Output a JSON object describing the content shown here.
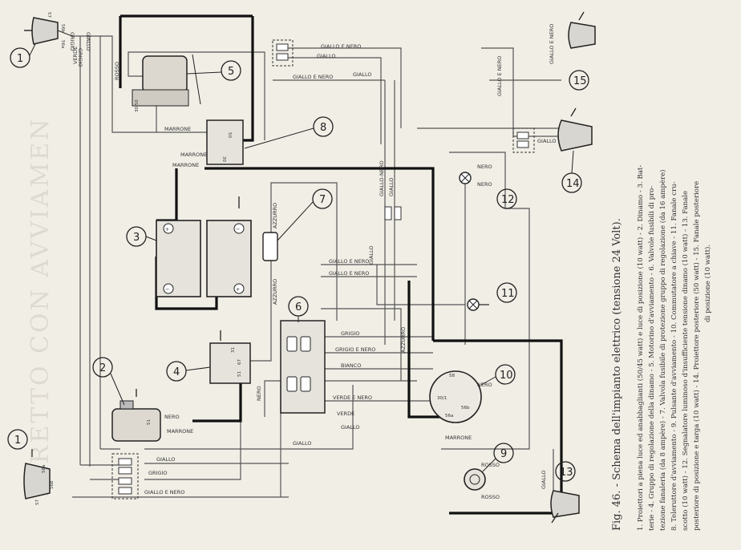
{
  "caption": {
    "title": "Fig. 46. - Schema dell'impianto elettrico (tensione 24 Volt).",
    "lines": [
      "1. Proiettori a piena luce ed anabbaglianti (50/45 watt) e luce di posizione (10 watt) - 2. Dinamo - 3. Bat-",
      "terie - 4. Gruppo di regolazione della dinamo - 5. Motorino d'avviamento - 6. Valvole fusibili di pro-",
      "tezione fanaleria (da 8 ampère) - 7. Valvola fusibile di protezione gruppo di regolazione (da 16 ampère)",
      "8. Teleruttore d'avviamento - 9. Pulsante d'avviamento - 10. Commutatore a chiave - 11. Fanale cru-",
      "scotto (10 watt) - 12. Segnalatore luminoso d'insufficiente tensione dinamo (10 watt) - 13. Fanale",
      "posteriore di posizione e targa (10 watt) - 14. Proiettore posteriore (50 watt) - 15. Fanale posteriore",
      "di posizione (10 watt)."
    ]
  },
  "components": [
    {
      "num": "1",
      "label": "proiettore-anteriore-destro"
    },
    {
      "num": "1",
      "label": "proiettore-anteriore-sinistro"
    },
    {
      "num": "2",
      "label": "dinamo"
    },
    {
      "num": "3",
      "label": "batterie"
    },
    {
      "num": "4",
      "label": "gruppo-regolazione"
    },
    {
      "num": "5",
      "label": "motorino-avviamento"
    },
    {
      "num": "6",
      "label": "valvole-fusibili-fanaleria"
    },
    {
      "num": "7",
      "label": "valvola-fusibile-regolazione"
    },
    {
      "num": "8",
      "label": "teleruttore"
    },
    {
      "num": "9",
      "label": "pulsante-avviamento"
    },
    {
      "num": "10",
      "label": "commutatore-chiave"
    },
    {
      "num": "11",
      "label": "fanale-cruscotto"
    },
    {
      "num": "12",
      "label": "segnalatore-luminoso"
    },
    {
      "num": "13",
      "label": "fanale-posteriore-targa"
    },
    {
      "num": "14",
      "label": "proiettore-posteriore"
    },
    {
      "num": "15",
      "label": "fanale-posteriore-posizione"
    }
  ],
  "wire_labels": {
    "grigio": "GRIGIO",
    "verde": "VERDE",
    "giallo": "GIALLO",
    "rosso": "ROSSO",
    "marrone": "MARRONE",
    "azzurro": "AZZURRO",
    "nero": "NERO",
    "bianco": "BIANCO",
    "giallo_e_nero": "GIALLO E NERO",
    "grigio_e_nero": "GRIGIO E NERO",
    "verde_e_nero": "VERDE E NERO",
    "giallo_nero": "GIALLO-NERO"
  },
  "terminals": {
    "t56": "56",
    "t56a": "56a",
    "t56b": "56b",
    "t57": "57",
    "t58": "58",
    "t30": "30",
    "t31": "31",
    "t51": "51",
    "t67": "67",
    "t50": "50",
    "t30_1": "30/1",
    "t30_50": "30 50"
  }
}
